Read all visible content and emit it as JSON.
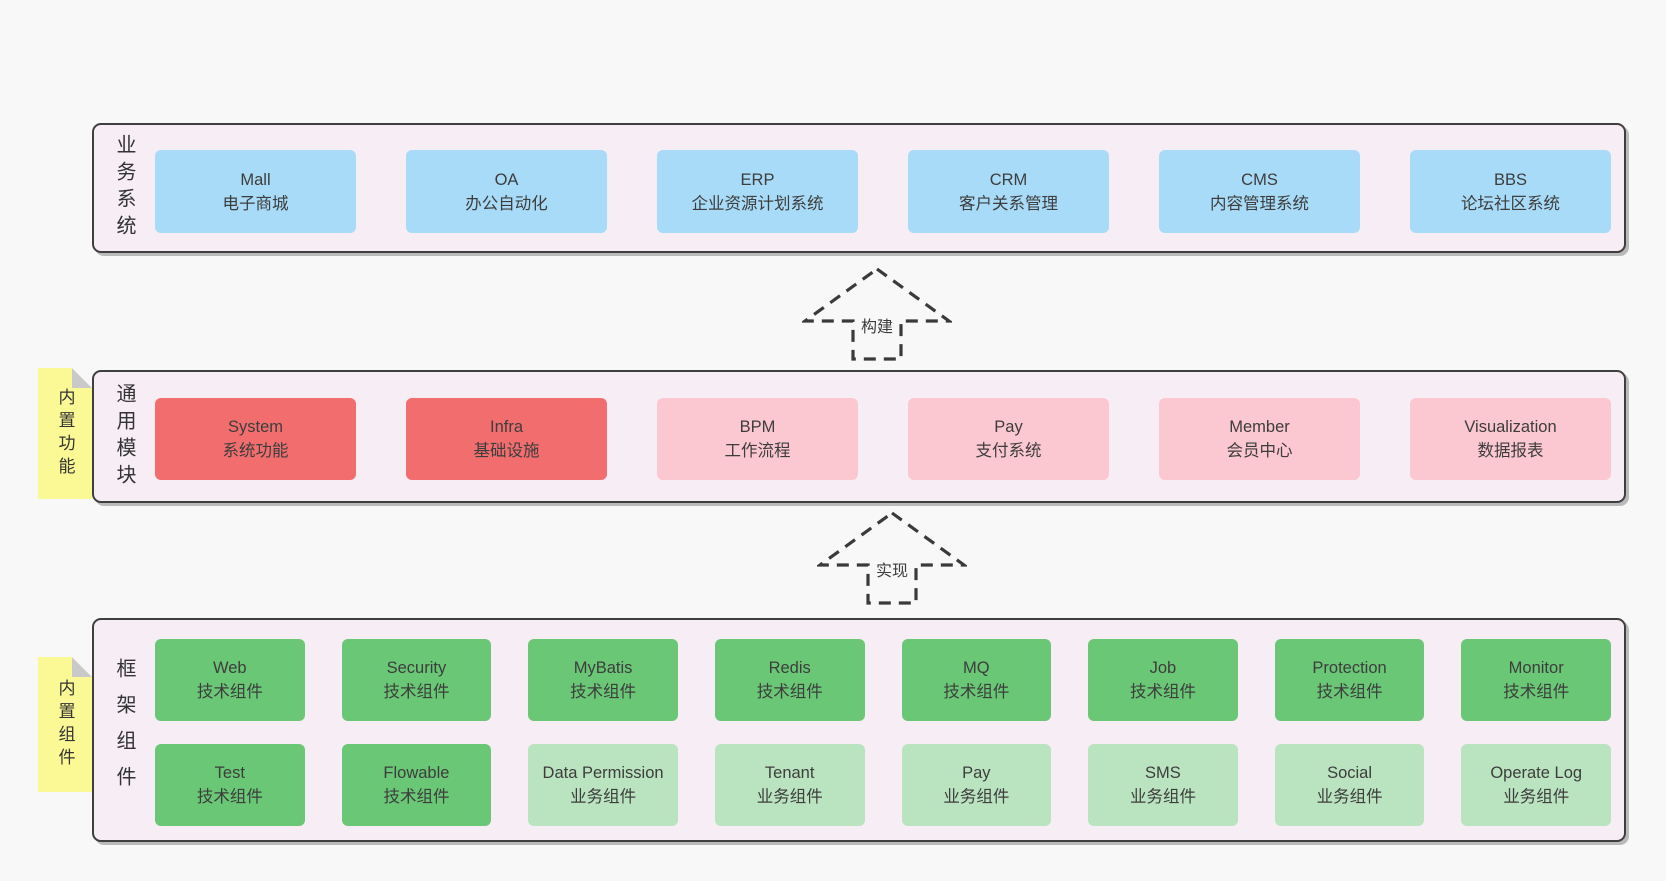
{
  "palette": {
    "page_background": "#f8f8f8",
    "panel_background": "#f7edf5",
    "panel_border": "#3f3f3f",
    "blue_box": "#a8dbf7",
    "red_box": "#f26e6e",
    "pink_box": "#fbc7d1",
    "green_box": "#69c775",
    "light_green_box": "#bae3bf",
    "sticky_yellow": "#fbf995",
    "sticky_fold": "#c9c9c9",
    "text": "#3d3d3d"
  },
  "sections": [
    {
      "label": "业务系统",
      "boxes": [
        {
          "name": "Mall",
          "desc": "电子商城"
        },
        {
          "name": "OA",
          "desc": "办公自动化"
        },
        {
          "name": "ERP",
          "desc": "企业资源计划系统"
        },
        {
          "name": "CRM",
          "desc": "客户关系管理"
        },
        {
          "name": "CMS",
          "desc": "内容管理系统"
        },
        {
          "name": "BBS",
          "desc": "论坛社区系统"
        }
      ]
    },
    {
      "label": "通用模块",
      "sticky": "内置功能",
      "boxes": [
        {
          "name": "System",
          "desc": "系统功能"
        },
        {
          "name": "Infra",
          "desc": "基础设施"
        },
        {
          "name": "BPM",
          "desc": "工作流程"
        },
        {
          "name": "Pay",
          "desc": "支付系统"
        },
        {
          "name": "Member",
          "desc": "会员中心"
        },
        {
          "name": "Visualization",
          "desc": "数据报表"
        }
      ]
    },
    {
      "label": "框架组件",
      "sticky": "内置组件",
      "rows": [
        [
          {
            "name": "Web",
            "desc": "技术组件"
          },
          {
            "name": "Security",
            "desc": "技术组件"
          },
          {
            "name": "MyBatis",
            "desc": "技术组件"
          },
          {
            "name": "Redis",
            "desc": "技术组件"
          },
          {
            "name": "MQ",
            "desc": "技术组件"
          },
          {
            "name": "Job",
            "desc": "技术组件"
          },
          {
            "name": "Protection",
            "desc": "技术组件"
          },
          {
            "name": "Monitor",
            "desc": "技术组件"
          }
        ],
        [
          {
            "name": "Test",
            "desc": "技术组件"
          },
          {
            "name": "Flowable",
            "desc": "技术组件"
          },
          {
            "name": "Data Permission",
            "desc": "业务组件"
          },
          {
            "name": "Tenant",
            "desc": "业务组件"
          },
          {
            "name": "Pay",
            "desc": "业务组件"
          },
          {
            "name": "SMS",
            "desc": "业务组件"
          },
          {
            "name": "Social",
            "desc": "业务组件"
          },
          {
            "name": "Operate Log",
            "desc": "业务组件"
          }
        ]
      ]
    }
  ],
  "arrows": [
    {
      "label": "构建"
    },
    {
      "label": "实现"
    }
  ]
}
